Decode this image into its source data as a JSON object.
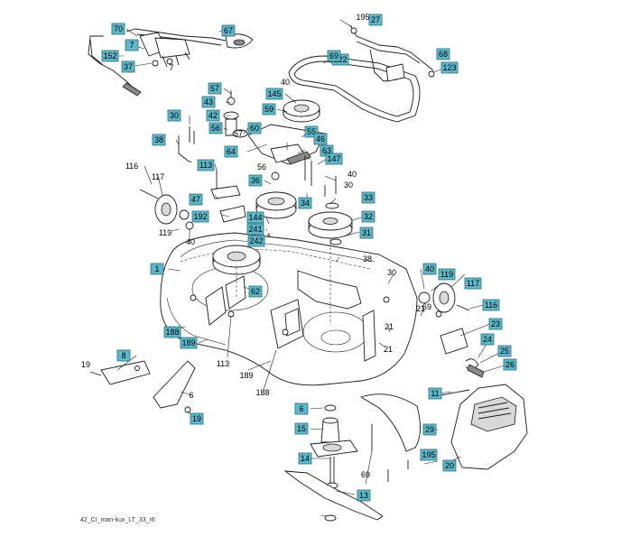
{
  "diagram": {
    "footer_code": "42_CI_man-kux_LT_33_r6",
    "boxed_labels": [
      "70",
      "7",
      "67",
      "152",
      "37",
      "57",
      "43",
      "42",
      "56",
      "60",
      "64",
      "30",
      "38",
      "113",
      "47",
      "192",
      "36",
      "144",
      "241",
      "242",
      "59",
      "145",
      "55",
      "46",
      "63",
      "147",
      "34",
      "33",
      "32",
      "31",
      "1",
      "62",
      "188",
      "189",
      "40",
      "119",
      "117",
      "116",
      "23",
      "24",
      "25",
      "26",
      "8",
      "19",
      "6",
      "15",
      "14",
      "13",
      "11",
      "29",
      "20",
      "27",
      "122",
      "68",
      "123",
      "195",
      "69",
      "21"
    ],
    "plain_labels": [
      "195",
      "7",
      "40",
      "116",
      "117",
      "119",
      "40",
      "57",
      "56",
      "40",
      "30",
      "38",
      "30",
      "21",
      "69",
      "21",
      "113",
      "189",
      "188",
      "19",
      "6",
      "69",
      "21"
    ],
    "accent_color": "#5fb8c9"
  }
}
